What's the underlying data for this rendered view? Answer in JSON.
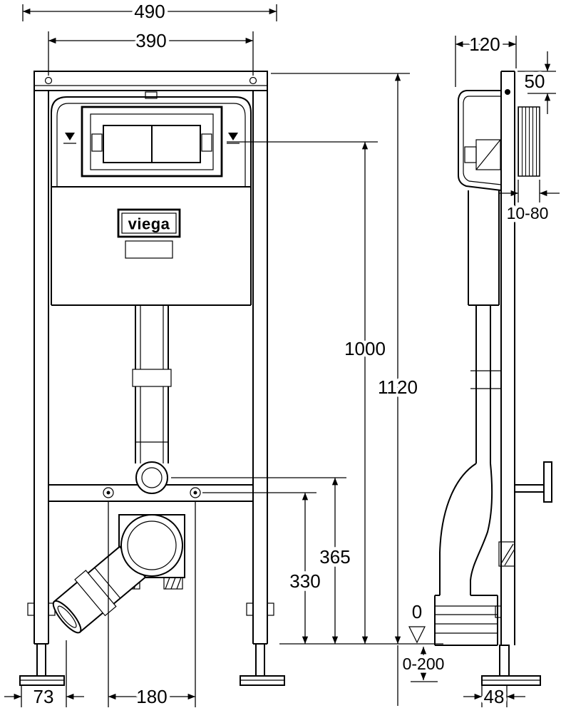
{
  "drawing": {
    "brand_logo": "viega",
    "front": {
      "overall_width": "490",
      "fixing_width": "390",
      "plate_height": "1000",
      "overall_height": "1120",
      "connector_height": "365",
      "bolt_height": "330",
      "outlet_offset": "73",
      "bolt_spacing": "180",
      "foot_adjustment": "0-200",
      "floor_level": "0"
    },
    "side": {
      "frame_depth": "120",
      "top_fixing_offset": "50",
      "wall_thickness_range": "10-80",
      "foot_depth": "48"
    },
    "colors": {
      "line": "#000000",
      "background": "#ffffff"
    }
  }
}
